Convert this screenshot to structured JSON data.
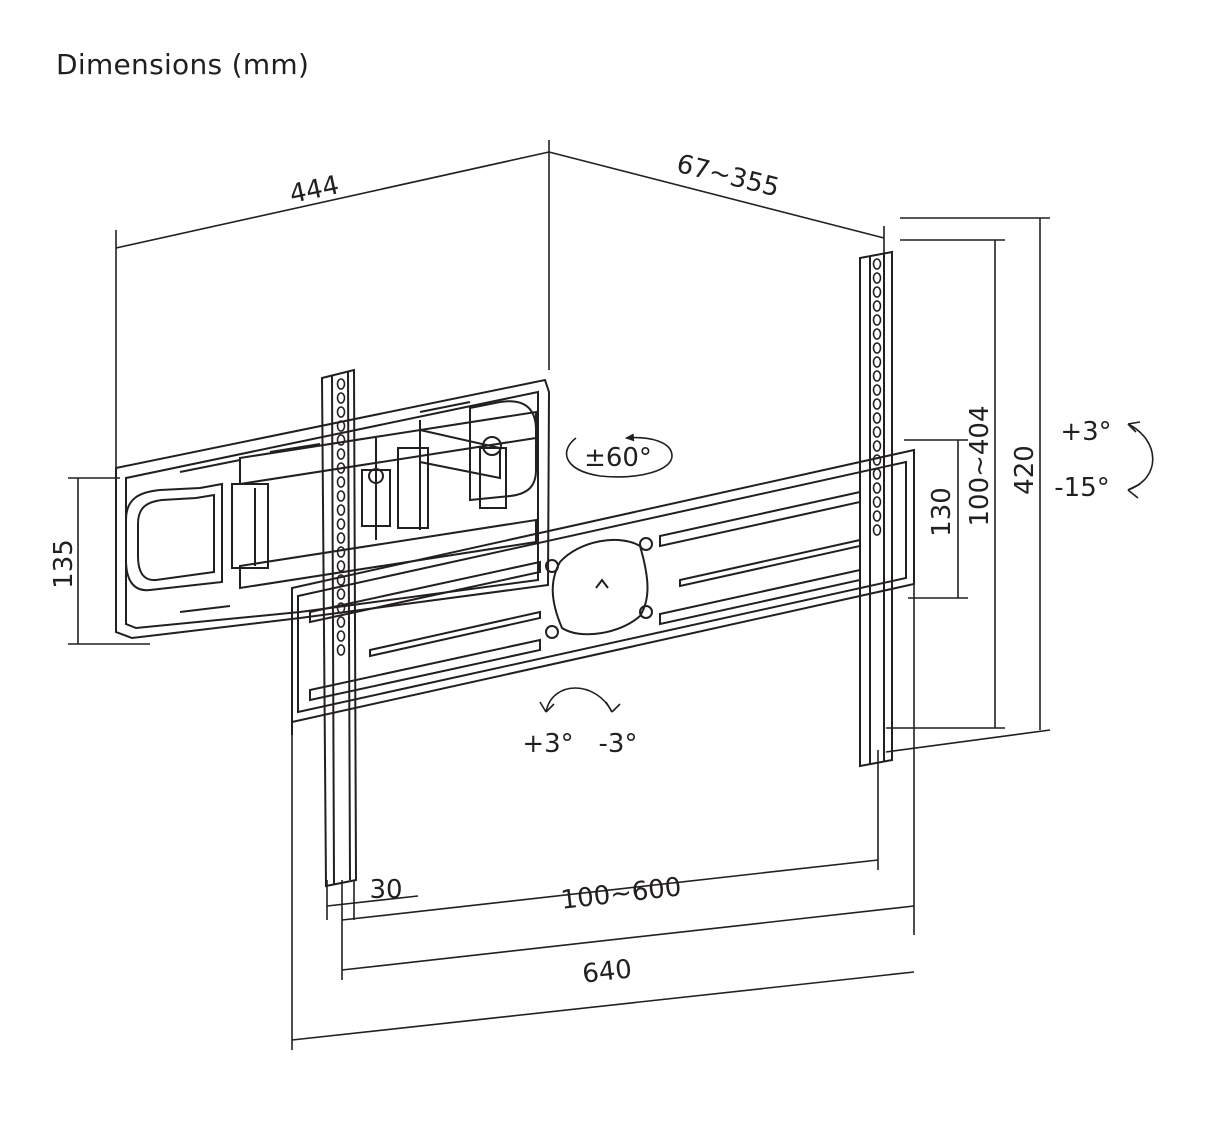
{
  "title": "Dimensions (mm)",
  "dimensions": {
    "width_top": "444",
    "extension": "67~355",
    "wall_plate_height": "135",
    "vesa_vertical_range": "100~404",
    "rail_height": "130",
    "total_height": "420",
    "arm_width": "30",
    "vesa_horizontal_range": "100~600",
    "total_width": "640"
  },
  "angles": {
    "swivel": "±60°",
    "tilt_up": "+3°",
    "tilt_down": "-15°",
    "level_plus": "+3°",
    "level_minus": "-3°"
  },
  "colors": {
    "ink": "#231f20",
    "background": "#ffffff"
  }
}
